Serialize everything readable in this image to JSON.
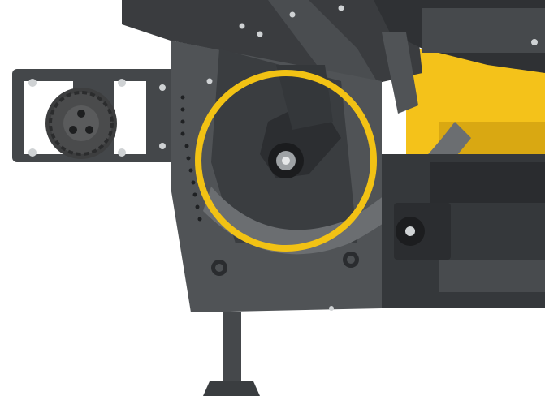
{
  "image": {
    "subject": "machine-photo"
  },
  "colors": {
    "background": "#ffffff",
    "machine_dark": "#3e4042",
    "machine_mid": "#55585b",
    "machine_light": "#6b6e71",
    "shadow": "#25272a",
    "accent_yellow": "#f4c21a",
    "highlight_ring": "#f2c214",
    "bolt": "#cfd2d4",
    "gear": "#4a4b4c"
  },
  "icons": {
    "highlight": "highlight-circle",
    "gear": "gear-wheel",
    "bolt": "hex-bolt"
  }
}
